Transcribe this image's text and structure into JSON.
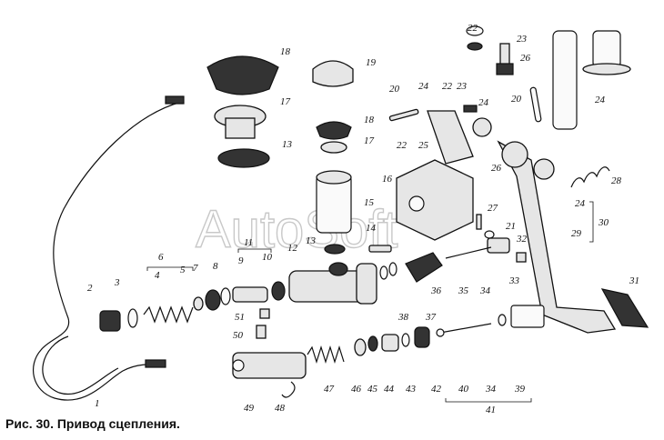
{
  "caption": "Рис. 30. Привод сцепления.",
  "watermark": "AutoSoft",
  "labels": [
    "1",
    "2",
    "3",
    "4",
    "5",
    "6",
    "7",
    "8",
    "9",
    "10",
    "11",
    "12",
    "13",
    "14",
    "15",
    "16",
    "17",
    "18",
    "19",
    "20",
    "21",
    "22",
    "23",
    "24",
    "25",
    "26",
    "27",
    "28",
    "29",
    "30",
    "31",
    "32",
    "33",
    "34",
    "35",
    "36",
    "37",
    "38",
    "39",
    "40",
    "41",
    "42",
    "43",
    "44",
    "45",
    "46",
    "47",
    "48",
    "49",
    "50",
    "51",
    "13",
    "17",
    "18",
    "20",
    "22",
    "22",
    "23",
    "24",
    "24",
    "24",
    "26",
    "34"
  ],
  "colors": {
    "ink": "#111111",
    "fill": "#e6e6e6",
    "watermark": "#c8c8c8"
  }
}
